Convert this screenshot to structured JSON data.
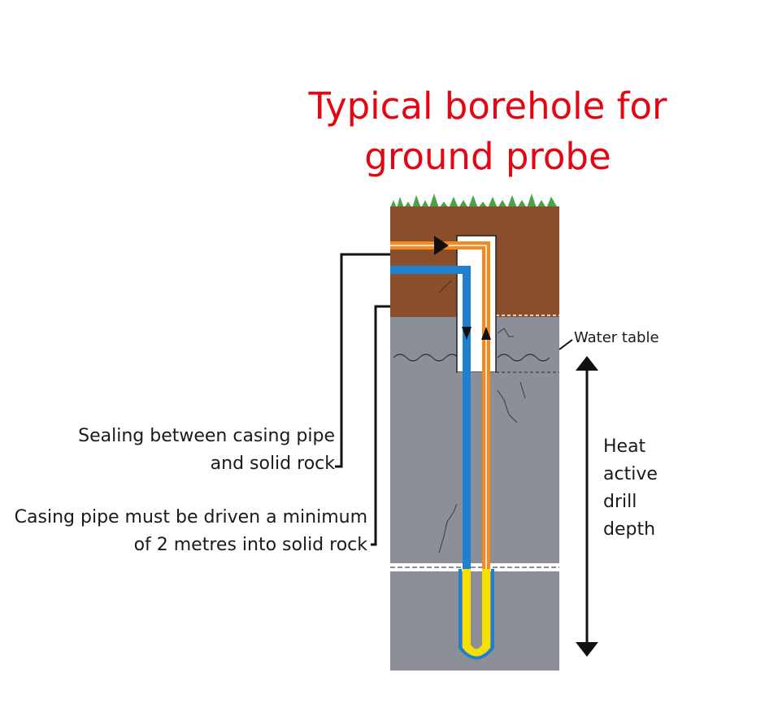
{
  "title": {
    "line1": "Typical borehole for",
    "line2": "ground probe"
  },
  "labels": {
    "water_table": "Water table",
    "sealing": {
      "line1": "Sealing between casing pipe",
      "line2": "and solid rock"
    },
    "casing": {
      "line1": "Casing pipe must be driven a minimum",
      "line2": "of 2 metres into solid rock"
    },
    "heat_depth": {
      "line1": "Heat",
      "line2": "active",
      "line3": "drill",
      "line4": "depth"
    }
  },
  "colors": {
    "title": "#e30613",
    "soil": "#8a4f2a",
    "rock": "#8d8f98",
    "grass": "#4aa34a",
    "pipe_warm": "#f28a1f",
    "pipe_cold": "#1f7fd0",
    "pipe_return": "#f5e000"
  }
}
